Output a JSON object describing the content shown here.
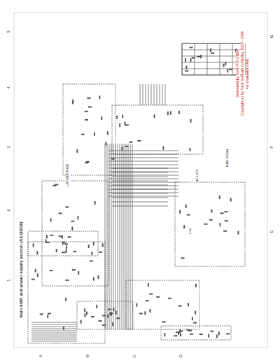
{
  "diagram": {
    "labels": [
      "Main AMP. and power supply section (AX-UXG6)",
      "UX-G6/FS-G6",
      "Generated by Foxit PDF Editor",
      "Copyright (c) by Foxit Software Company, 2003 - 2009",
      "For Evaluation Only.",
      "MAIN SIGNAL",
      "AX-UXG6",
      "2-46",
      "A",
      "B",
      "C",
      "D",
      "E",
      "F",
      "G",
      "5",
      "4",
      "3",
      "2",
      "1"
    ]
  }
}
